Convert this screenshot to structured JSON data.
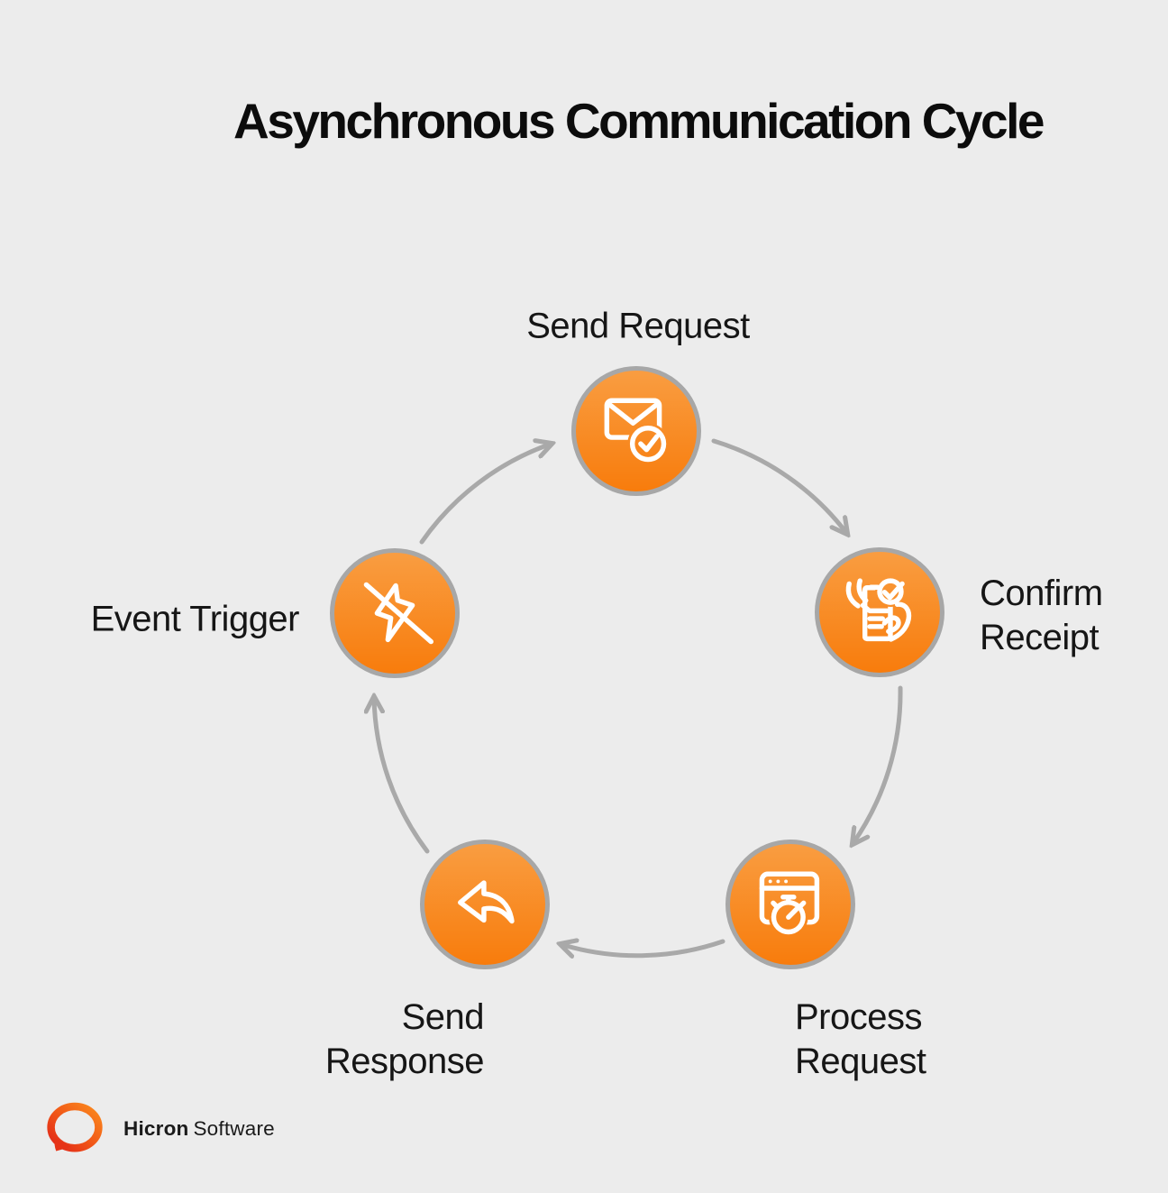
{
  "title": "Asynchronous Communication Cycle",
  "diagram_type": "cycle",
  "nodes": [
    {
      "name": "send-request",
      "label": "Send Request",
      "icon": "envelope-check-icon",
      "position": "top"
    },
    {
      "name": "confirm-receipt",
      "label": "Confirm\nReceipt",
      "icon": "document-hands-check-icon",
      "position": "right"
    },
    {
      "name": "process-request",
      "label": "Process\nRequest",
      "icon": "browser-stopwatch-icon",
      "position": "bottom-right"
    },
    {
      "name": "send-response",
      "label": "Send\nResponse",
      "icon": "reply-arrow-icon",
      "position": "bottom-left"
    },
    {
      "name": "event-trigger",
      "label": "Event Trigger",
      "icon": "crossed-lightning-icon",
      "position": "left"
    }
  ],
  "flow": [
    "send-request -> confirm-receipt",
    "confirm-receipt -> process-request",
    "process-request -> send-response",
    "send-response -> event-trigger",
    "event-trigger -> send-request"
  ],
  "brand": {
    "name_bold": "Hicron",
    "name_regular": "Software",
    "logo": "hicron-ring-logo"
  },
  "colors": {
    "background": "#ececec",
    "node_gradient_top": "#f99d41",
    "node_gradient_bottom": "#f87c0c",
    "node_border": "#a7a7a7",
    "arrow": "#a9a9a9",
    "title_text": "#0c0c0c",
    "label_text": "#161616",
    "icon_stroke": "#ffffff",
    "logo_orange": "#fb8b1e",
    "logo_red": "#e0251a"
  }
}
